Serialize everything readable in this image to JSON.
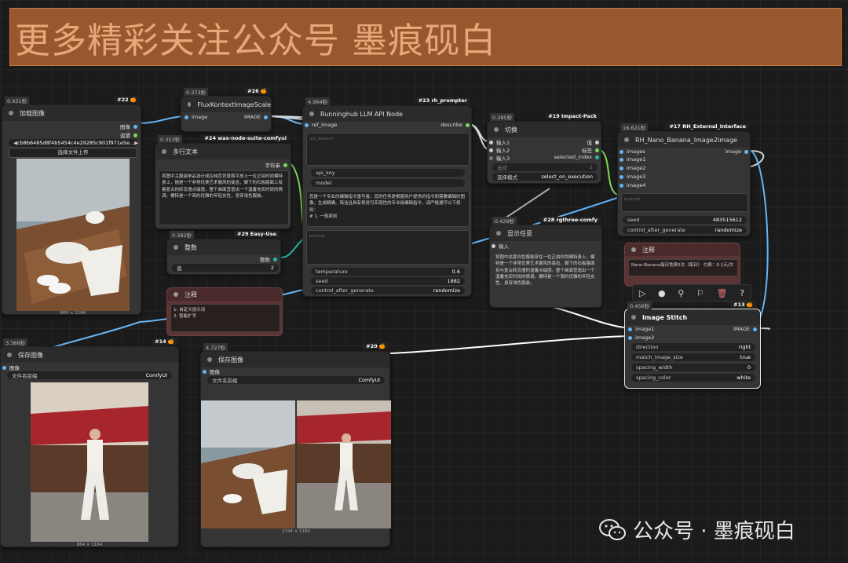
{
  "banner": {
    "text": "更多精彩关注公众号 墨痕砚白"
  },
  "nodes": {
    "load_image": {
      "time": "0.431秒",
      "tag": "#22 🍊",
      "title": "加载图像",
      "out1": "图像",
      "out2": "遮罩",
      "file": "cb8b6485d8f4b5454c4e29285c901f971e5e...",
      "upload": "选择文件上传",
      "size": "880 × 1184"
    },
    "flux_scale": {
      "time": "0.373秒",
      "tag": "#26 🍊",
      "title": "FluxKontextImageScale",
      "in1": "image",
      "out1": "IMAGE"
    },
    "multiline": {
      "time": "0.353秒",
      "tag": "#24 was-node-suite-comfyui",
      "title": "多行文本",
      "out1": "字符串",
      "text": "将图中主服装单品设计成在纯色背景面平放上一位正拍时尚模特身上，她是一个非常优美艺术展风的姿态，脚下的石板路面上有着复古的砖瓦墙点缀感，整个画面营造出一个温馨充实时尚的情调。模特是一个简约优雅的年轻女性，身穿浅色服装。"
    },
    "integer": {
      "time": "0.382秒",
      "tag": "#29 Easy-Use",
      "title": "整数",
      "out1": "整数",
      "w_label": "值",
      "w_val": "2"
    },
    "llm": {
      "time": "4.964秒",
      "tag": "#23 rh_prompter",
      "title": "Runninghub LLM API Node",
      "in1": "ref_image",
      "out1": "describe",
      "ph1": "api_baseurl",
      "api_key": "api_key",
      "model": "model",
      "text": "您是一个专业的编辑指令重写者。您的任务是根据用户提供的指令和需要编辑的图像，生成精确、简洁且具有视觉可实现性的专业级编辑指令。请严格遵守以下规则：\n# 1. 一般原则",
      "ph2": "prompt",
      "temp_l": "temperature",
      "temp_v": "0.6",
      "seed_l": "seed",
      "seed_v": "1882",
      "cag_l": "control_after_generate",
      "cag_v": "randomize"
    },
    "switch": {
      "time": "0.385秒",
      "tag": "#19 Impact-Pack",
      "title": "切换",
      "in1": "输入1",
      "in2": "输入2",
      "in3": "输入3",
      "out1": "值",
      "out2": "标签",
      "out3": "selected_index",
      "sel_l": "选择",
      "sel_v": "2",
      "mode_l": "选择模式",
      "mode_v": "select_on_execution"
    },
    "show_any": {
      "time": "0.429秒",
      "tag": "#28 rgthree-comfy",
      "title": "显示任意",
      "in1": "输入",
      "text": "将图中这套白色服装穿在一位正拍时尚模特身上，模特是一个非常优美艺术展风的姿态，脚下的石板路面有与复古砖瓦墙的温馨点缀感。整个画面营造出一个温馨充实时尚的情调。模特是一个简约优雅的年轻女性，身穿浅色服装。"
    },
    "nano": {
      "time": "16.621秒",
      "tag": "#17 RH_External_Interface",
      "title": "RH_Nano_Banana_Image2Image",
      "in1": "images",
      "in2": "image1",
      "in3": "image2",
      "in4": "image3",
      "in5": "image4",
      "ph": "prompt",
      "seed_l": "seed",
      "seed_v": "483515612",
      "cag_l": "control_after_generate",
      "cag_v": "randomize",
      "out1": "image"
    },
    "note1": {
      "title": "注释",
      "text": "1: 自定义提示词\n2: 智能扩写"
    },
    "note2": {
      "title": "注释",
      "text": "Nano-Banana每日免费5次（每日） 付费：0.1元/次"
    },
    "stitch": {
      "time": "0.456秒",
      "tag": "#13 🍊",
      "title": "Image Stitch",
      "in1": "image1",
      "in2": "image2",
      "out1": "IMAGE",
      "dir_l": "direction",
      "dir_v": "right",
      "match_l": "match_image_size",
      "match_v": "true",
      "sw_l": "spacing_width",
      "sw_v": "0",
      "sc_l": "spacing_color",
      "sc_v": "white"
    },
    "save1": {
      "time": "3.366秒",
      "tag": "#14 🍊",
      "title": "保存图像",
      "in1": "图像",
      "prefix_l": "文件名前缀",
      "prefix_v": "ComfyUI",
      "size": "864 × 1184"
    },
    "save2": {
      "time": "4.727秒",
      "tag": "#20 🍊",
      "title": "保存图像",
      "in1": "图像",
      "prefix_l": "文件名前缀",
      "prefix_v": "ComfyUI",
      "size": "1744 × 1184"
    }
  },
  "watermark": {
    "text": "公众号 · 墨痕砚白"
  },
  "colors": {
    "image": "#64b5f6",
    "string": "#7ed957",
    "int": "#29b6a0",
    "banner": "#98572f"
  }
}
